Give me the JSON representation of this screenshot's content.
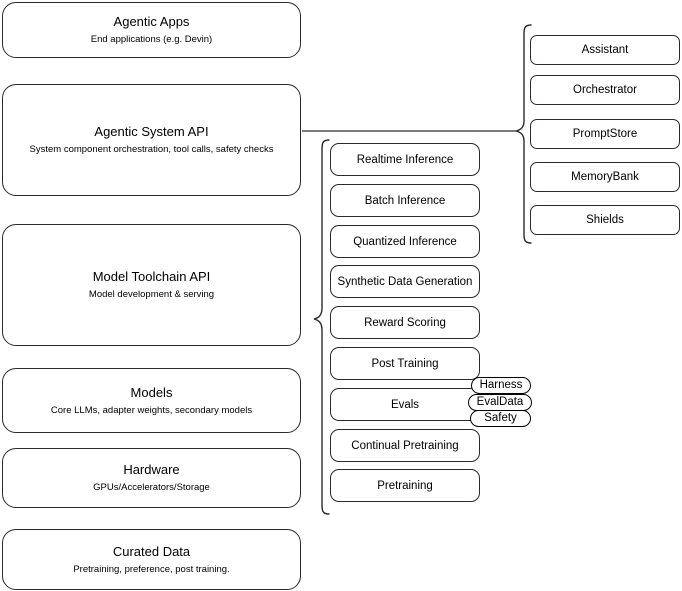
{
  "diagram": {
    "title": "AI Stack Layers Architecture Diagram",
    "background_color": "#ffffff",
    "stroke_color": "#2a2a2a"
  },
  "layers": [
    {
      "name": "agentic-apps",
      "title": "Agentic Apps",
      "subtitle": "End applications (e.g. Devin)"
    },
    {
      "name": "agentic-system-api",
      "title": "Agentic System API",
      "subtitle": "System component orchestration, tool calls, safety checks"
    },
    {
      "name": "model-toolchain-api",
      "title": "Model Toolchain API",
      "subtitle": "Model development & serving"
    },
    {
      "name": "models",
      "title": "Models",
      "subtitle": "Core LLMs, adapter weights, secondary models"
    },
    {
      "name": "hardware",
      "title": "Hardware",
      "subtitle": "GPUs/Accelerators/Storage"
    },
    {
      "name": "curated-data",
      "title": "Curated Data",
      "subtitle": "Pretraining, preference, post training."
    }
  ],
  "toolchain_capabilities": [
    {
      "name": "realtime-inference",
      "label": "Realtime Inference"
    },
    {
      "name": "batch-inference",
      "label": "Batch Inference"
    },
    {
      "name": "quantized-inference",
      "label": "Quantized Inference"
    },
    {
      "name": "synthetic-data-generation",
      "label": "Synthetic Data Generation"
    },
    {
      "name": "reward-scoring",
      "label": "Reward Scoring"
    },
    {
      "name": "post-training",
      "label": "Post Training"
    },
    {
      "name": "evals",
      "label": "Evals"
    },
    {
      "name": "continual-pretraining",
      "label": "Continual Pretraining"
    },
    {
      "name": "pretraining",
      "label": "Pretraining"
    }
  ],
  "evals_badges": [
    {
      "name": "harness",
      "label": "Harness"
    },
    {
      "name": "evaldata",
      "label": "EvalData"
    },
    {
      "name": "safety",
      "label": "Safety"
    }
  ],
  "agentic_components": [
    {
      "name": "assistant",
      "label": "Assistant"
    },
    {
      "name": "orchestrator",
      "label": "Orchestrator"
    },
    {
      "name": "promptstore",
      "label": "PromptStore"
    },
    {
      "name": "memorybank",
      "label": "MemoryBank"
    },
    {
      "name": "shields",
      "label": "Shields"
    }
  ]
}
